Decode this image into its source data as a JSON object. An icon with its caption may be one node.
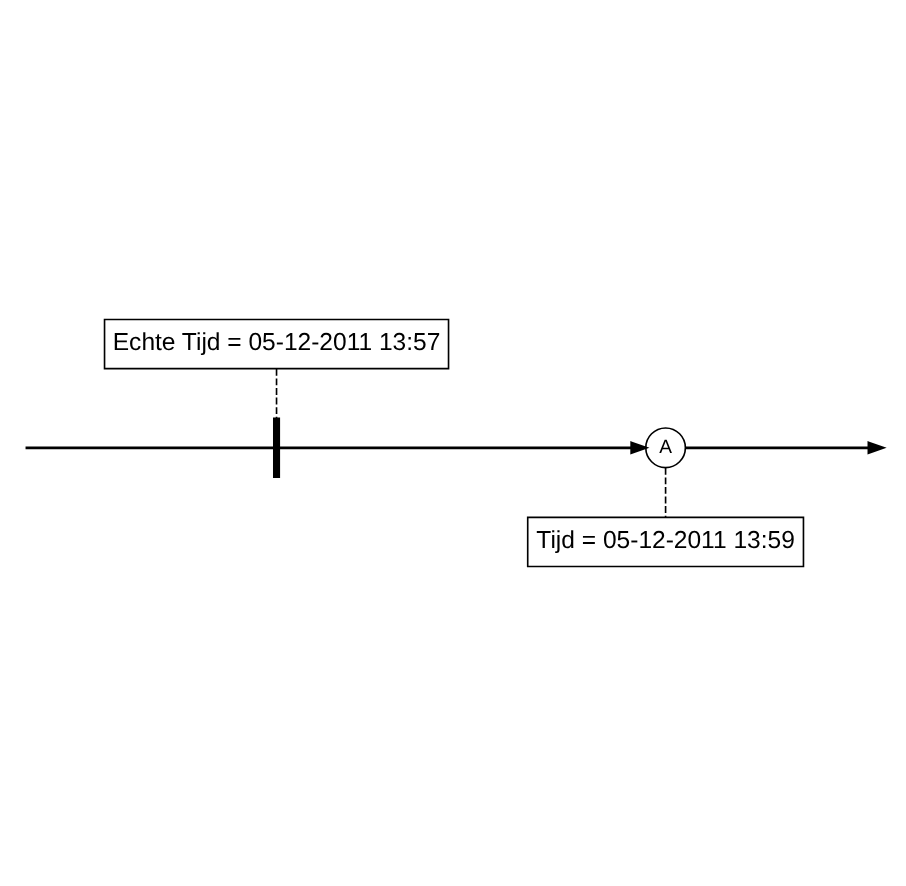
{
  "diagram": {
    "nodes": [
      {
        "text": [
          "Echte Tijd = 05-12-2011 13:57"
        ]
      },
      {
        "text": [],
        "shape": "bar"
      },
      {
        "text": [
          "A"
        ]
      },
      {
        "text": [
          "Tijd = 05-12-2011 13:59"
        ]
      }
    ],
    "edges": [
      {
        "from": null,
        "to": 1,
        "arrow": "none"
      },
      {
        "from": 1,
        "to": 2,
        "arrow": "to"
      },
      {
        "from": 2,
        "to": null,
        "arrow": "to"
      },
      {
        "from": 0,
        "to": 1,
        "arrow": "none",
        "style": "dashed"
      },
      {
        "from": 2,
        "to": 3,
        "arrow": "none",
        "style": "dashed"
      }
    ]
  }
}
